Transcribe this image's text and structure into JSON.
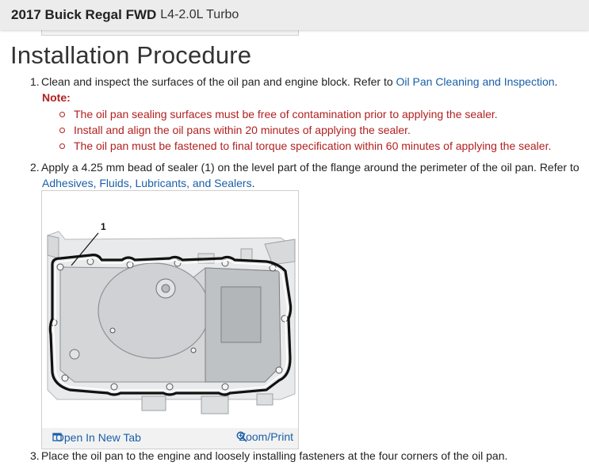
{
  "header": {
    "vehicle": "2017 Buick Regal FWD",
    "engine": "L4-2.0L Turbo"
  },
  "section_title": "Installation Procedure",
  "steps": [
    {
      "number": "1.",
      "text": "Clean and inspect the surfaces of the oil pan and engine block. Refer to ",
      "link": "Oil Pan Cleaning and Inspection",
      "suffix": "."
    },
    {
      "number": "2.",
      "text": "Apply a 4.25 mm bead of sealer (1) on the level part of the flange around the perimeter of the oil pan. Refer to",
      "link": "Adhesives, Fluids, Lubricants, and Sealers",
      "suffix": "."
    },
    {
      "number": "3.",
      "text": "Place the oil pan to the engine and loosely installing fasteners at the four corners of the oil pan."
    }
  ],
  "note": {
    "label": "Note:",
    "items": [
      "The oil pan sealing surfaces must be free of contamination prior to applying the sealer.",
      "Install and align the oil pans within 20 minutes of applying the sealer.",
      "The oil pan must be fastened to final torque specification within 60 minutes of applying the sealer."
    ]
  },
  "figure": {
    "callout": "1",
    "open_label": "Open In New Tab",
    "zoom_label": "Zoom/Print",
    "open_icon": "open-in-new-tab-icon",
    "zoom_icon": "zoom-magnifier-icon"
  },
  "colors": {
    "link": "#1a5fa8",
    "note": "#b22020",
    "header_bg": "#ececec"
  }
}
